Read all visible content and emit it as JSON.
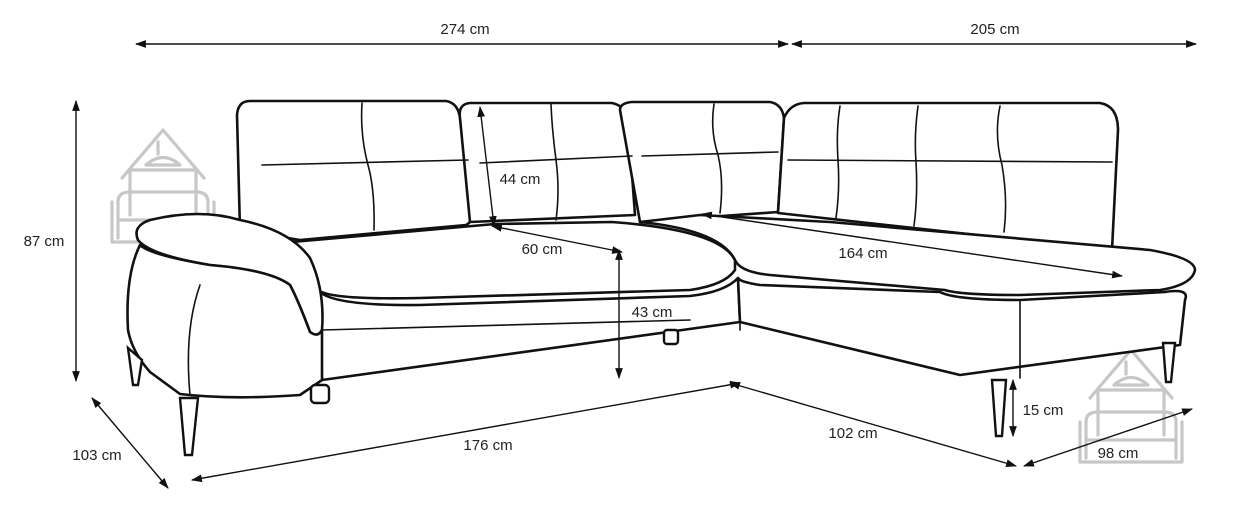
{
  "dimensions": {
    "top_left_width": "274 cm",
    "top_right_width": "205 cm",
    "total_height": "87 cm",
    "backrest_height": "44 cm",
    "seat_depth": "60 cm",
    "seat_height": "43 cm",
    "chaise_length": "164 cm",
    "base_depth": "103 cm",
    "base_left_length": "176 cm",
    "base_right_length": "102 cm",
    "leg_height": "15 cm",
    "chaise_width": "98 cm"
  },
  "icons": {
    "watermark": "house-sofa-icon"
  },
  "colors": {
    "line": "#111111",
    "watermark": "#c7c7c7",
    "background": "#ffffff"
  }
}
